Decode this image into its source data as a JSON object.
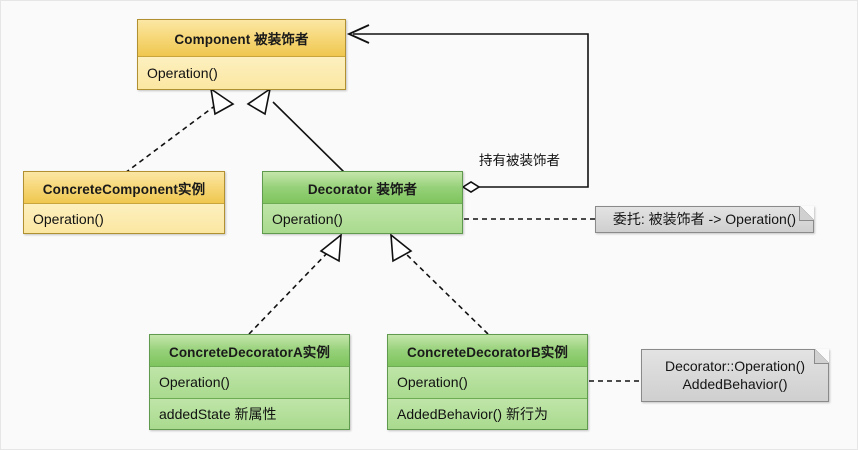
{
  "diagram": {
    "title": "Decorator Pattern UML Class Diagram",
    "background": "#fafafa",
    "colors": {
      "yellow_header": "#f7d97c",
      "yellow_body": "#fbe7a2",
      "green_header": "#96d179",
      "green_body": "#a9da8e",
      "note_fill": "#d4d4d4",
      "line": "#000000"
    }
  },
  "classes": [
    {
      "id": "component",
      "name": "Component 被装饰者",
      "members": [
        "Operation()"
      ],
      "style": "yellow"
    },
    {
      "id": "concrete_component",
      "name": "ConcreteComponent实例",
      "members": [
        "Operation()"
      ],
      "style": "yellow"
    },
    {
      "id": "decorator",
      "name": "Decorator 装饰者",
      "members": [
        "Operation()"
      ],
      "style": "green"
    },
    {
      "id": "concrete_decorator_a",
      "name": "ConcreteDecoratorA实例",
      "members": [
        "Operation()",
        "addedState  新属性"
      ],
      "style": "green"
    },
    {
      "id": "concrete_decorator_b",
      "name": "ConcreteDecoratorB实例",
      "members": [
        "Operation()",
        "AddedBehavior()  新行为"
      ],
      "style": "green"
    }
  ],
  "notes": [
    {
      "id": "note_delegate",
      "text": "委托: 被装饰者 -> Operation()"
    },
    {
      "id": "note_decorator_ops",
      "text": "Decorator::Operation()\nAddedBehavior()"
    }
  ],
  "edge_labels": [
    {
      "id": "aggregation_label",
      "text": "持有被装饰者"
    }
  ],
  "relations": [
    {
      "from": "concrete_component",
      "to": "component",
      "type": "realization",
      "style": "dashed-hollow-triangle"
    },
    {
      "from": "decorator",
      "to": "component",
      "type": "generalization",
      "style": "solid-hollow-triangle"
    },
    {
      "from": "concrete_decorator_a",
      "to": "decorator",
      "type": "realization",
      "style": "dashed-hollow-triangle"
    },
    {
      "from": "concrete_decorator_b",
      "to": "decorator",
      "type": "realization",
      "style": "dashed-hollow-triangle"
    },
    {
      "from": "decorator",
      "to": "component",
      "type": "aggregation",
      "style": "hollow-diamond-open-arrow",
      "label": "持有被装饰者"
    },
    {
      "from": "decorator",
      "to": "note_delegate",
      "type": "note-link",
      "style": "dashed"
    },
    {
      "from": "concrete_decorator_b",
      "to": "note_decorator_ops",
      "type": "note-link",
      "style": "dashed"
    }
  ]
}
